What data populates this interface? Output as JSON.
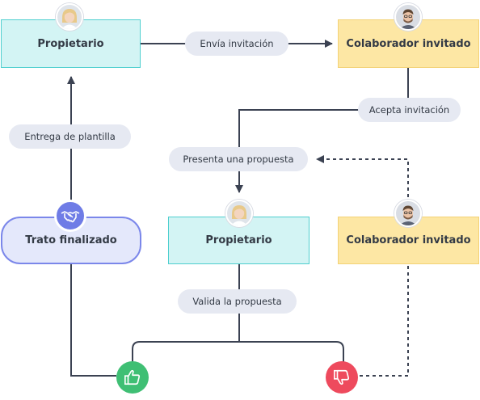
{
  "nodes": {
    "owner_top": "Propietario",
    "collaborator_top": "Colaborador invitado",
    "deal": "Trato finalizado",
    "owner_mid": "Propietario",
    "collaborator_mid": "Colaborador invitado"
  },
  "labels": {
    "sends_invite": "Envía invitación",
    "accepts_invite": "Acepta invitación",
    "presents_proposal": "Presenta una propuesta",
    "delivers_template": "Entrega de plantilla",
    "validates_proposal": "Valida la propuesta"
  },
  "colors": {
    "owner_fill": "#d3f4f4",
    "collaborator_fill": "#fde7a4",
    "deal_fill": "#e4e8fb",
    "approve": "#3fbf74",
    "reject": "#ee4a5d",
    "connector": "#3b4252"
  },
  "icons": {
    "deal": "handshake-icon",
    "approve": "thumbs-up-icon",
    "reject": "thumbs-down-icon",
    "owner_avatar": "female-avatar-icon",
    "collaborator_avatar": "male-avatar-icon"
  }
}
